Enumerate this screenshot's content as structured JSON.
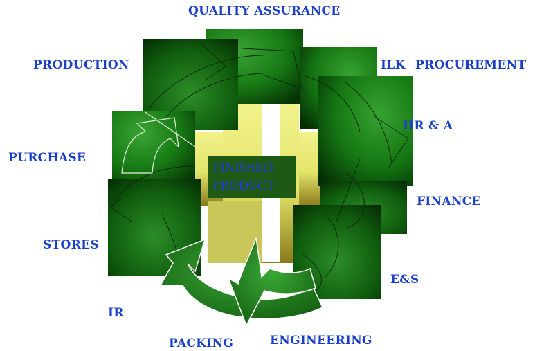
{
  "diagram": {
    "center_text": "FINISHED PRODUCT",
    "departments": {
      "quality_assurance": "QUALITY ASSURANCE",
      "production": "PRODUCTION",
      "milk_procurement_fragment": "ILK",
      "procurement": "PROCUREMENT",
      "hr_a": "HR & A",
      "purchase": "PURCHASE",
      "finance": "FINANCE",
      "stores": "STORES",
      "e_s": "E&S",
      "ir": "IR",
      "packing": "PACKING",
      "engineering": "ENGINEERING"
    }
  },
  "colors": {
    "label_blue": "#1a3fc8",
    "dark_green": "#0c3a08",
    "bright_green": "#2f9a2a",
    "center_yellow": "#ecec7a",
    "center_box": "#1f5a14"
  }
}
